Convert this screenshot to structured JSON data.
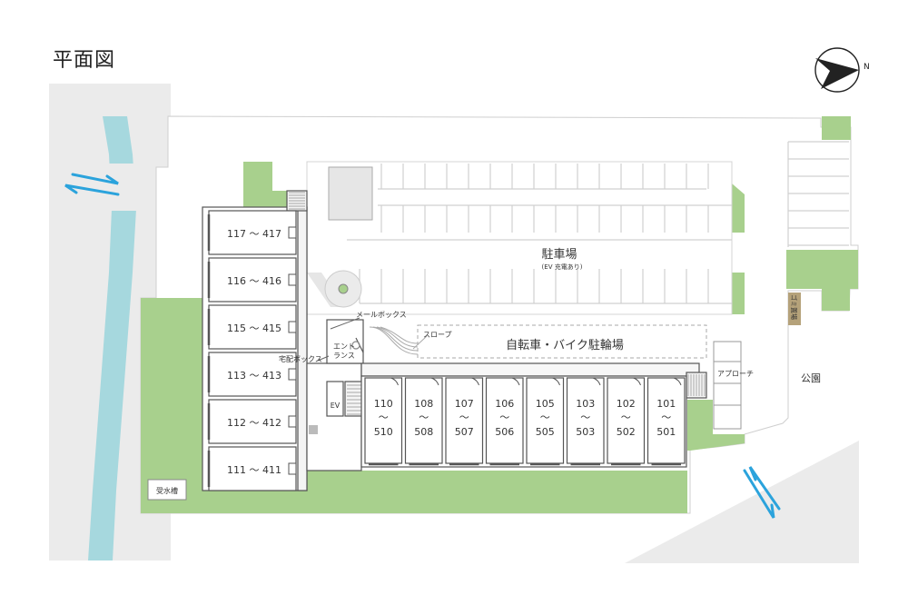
{
  "title": "平面図",
  "compass": {
    "label": "N"
  },
  "parking": {
    "label": "駐車場",
    "sublabel": "(EV 充電あり)"
  },
  "bike_parking": {
    "label": "自転車・バイク駐輪場"
  },
  "park": {
    "label": "公園"
  },
  "trash": {
    "label": "ゴミ置場"
  },
  "water_tank": {
    "label": "受水槽"
  },
  "mail_box": {
    "label": "メールボックス"
  },
  "delivery_box": {
    "label": "宅配ボックス"
  },
  "entrance": {
    "line1": "エント",
    "line2": "ランス"
  },
  "slope": {
    "label": "スロープ"
  },
  "approach": {
    "label": "アプローチ"
  },
  "elevator": {
    "label": "EV"
  },
  "units_west": [
    "117 ～ 417",
    "116 ～ 416",
    "115 ～ 415",
    "113 ～ 413",
    "112 ～ 412",
    "111 ～ 411"
  ],
  "units_south": [
    {
      "top": "110",
      "mid": "～",
      "bottom": "510"
    },
    {
      "top": "108",
      "mid": "～",
      "bottom": "508"
    },
    {
      "top": "107",
      "mid": "～",
      "bottom": "507"
    },
    {
      "top": "106",
      "mid": "～",
      "bottom": "506"
    },
    {
      "top": "105",
      "mid": "～",
      "bottom": "505"
    },
    {
      "top": "103",
      "mid": "～",
      "bottom": "503"
    },
    {
      "top": "102",
      "mid": "～",
      "bottom": "502"
    },
    {
      "top": "101",
      "mid": "～",
      "bottom": "501"
    }
  ],
  "colors": {
    "green": "#a8d08d",
    "road": "#ebebeb",
    "river": "#a6d8de",
    "building_fill": "#ffffff",
    "building_line": "#555555",
    "traffic_arrow": "#2ba3dc",
    "trash_box": "#b5a27a"
  }
}
